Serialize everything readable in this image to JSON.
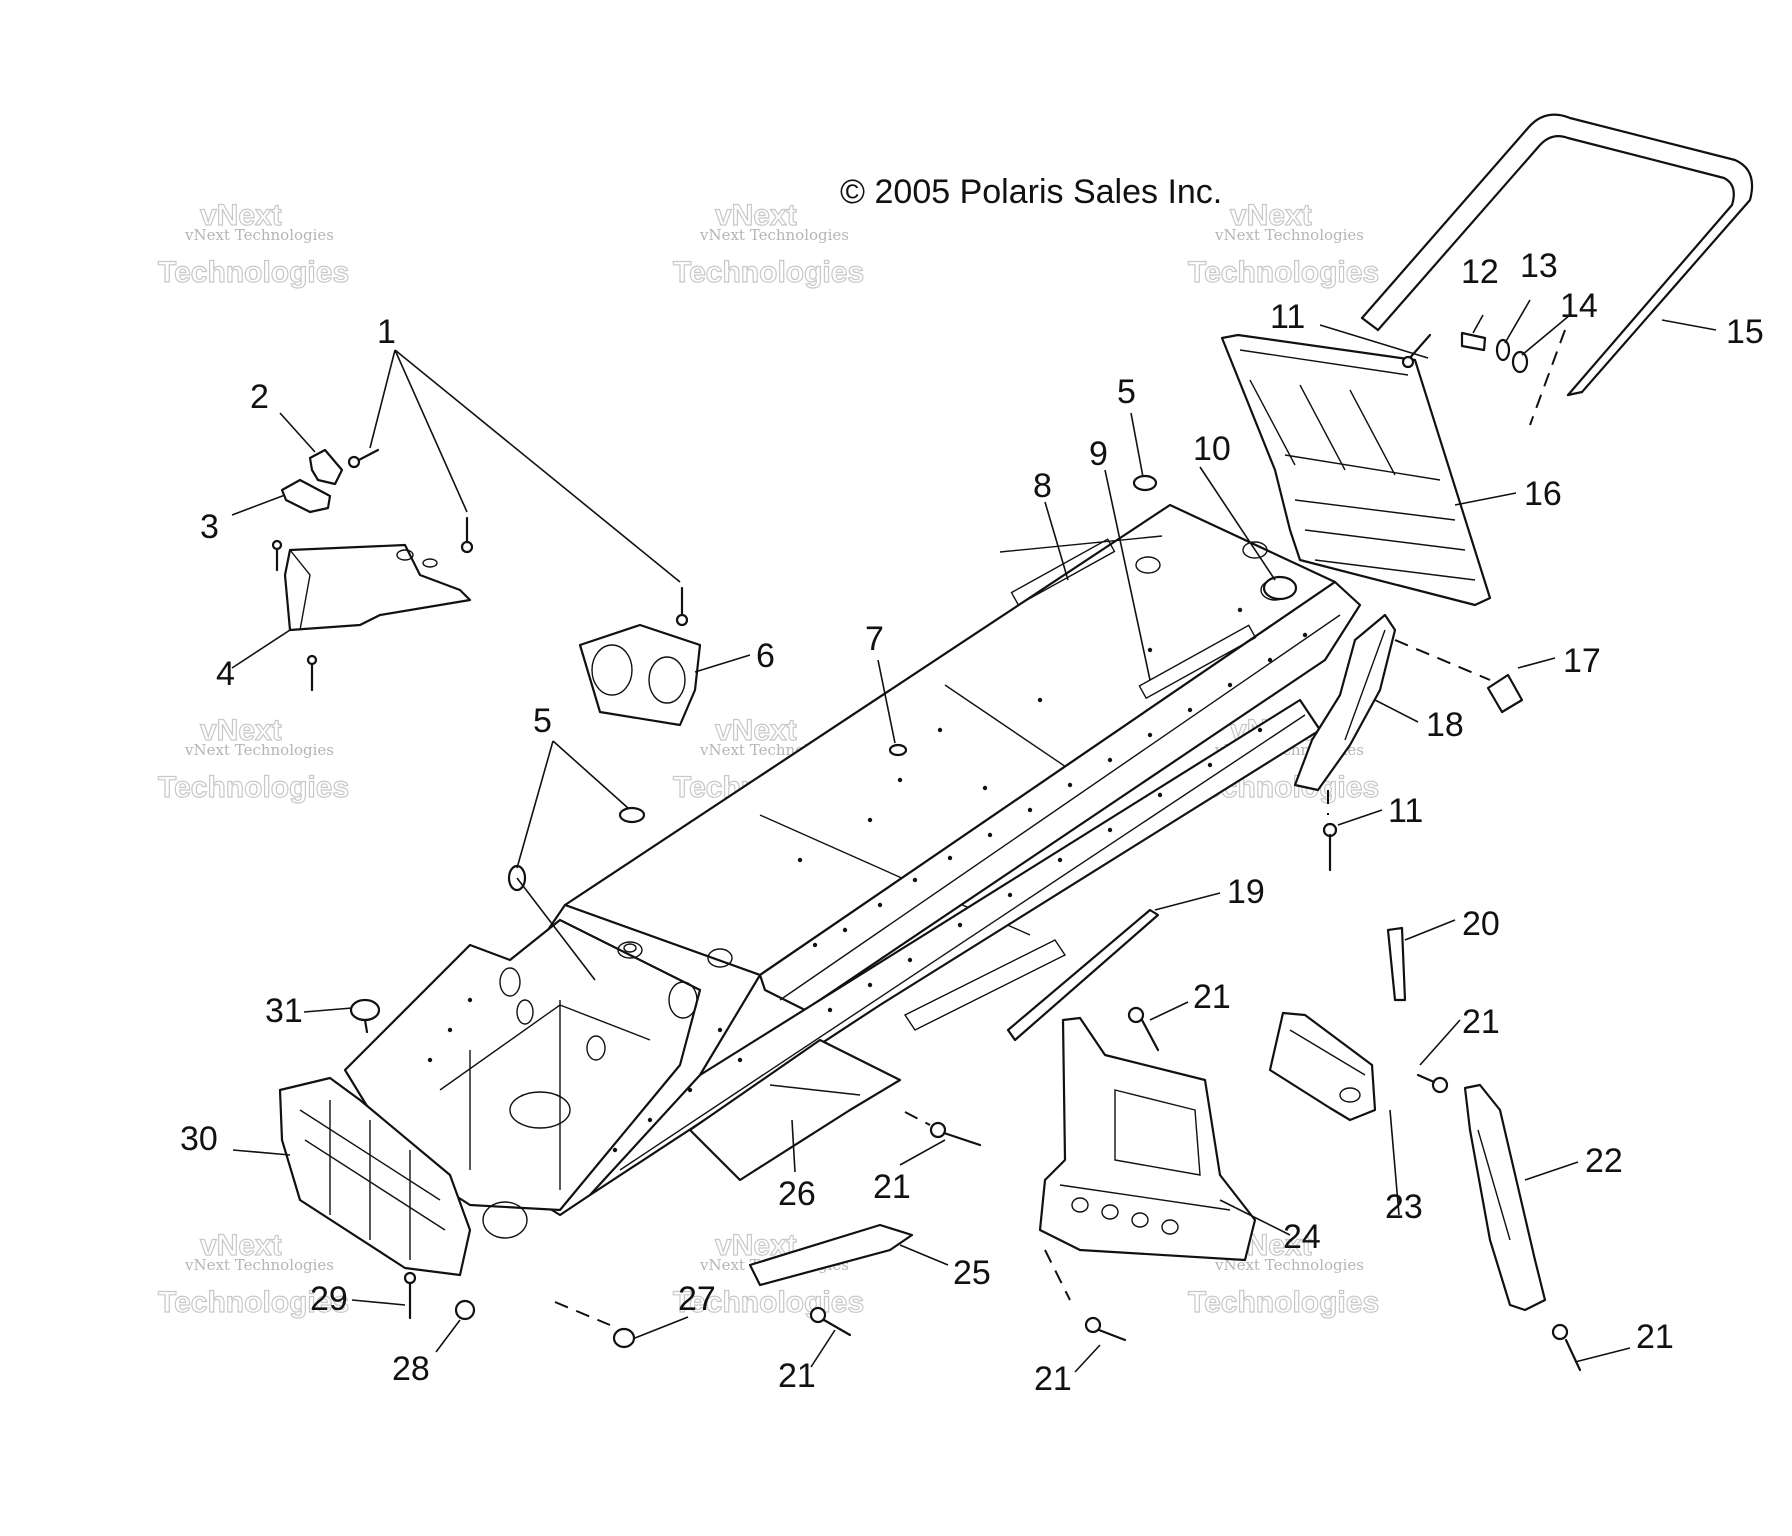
{
  "copyright": "© 2005 Polaris Sales Inc.",
  "watermark": {
    "line1": "vNext",
    "line2": "vNext Technologies",
    "line3": "Technologies"
  },
  "callouts": {
    "c1": "1",
    "c2": "2",
    "c3": "3",
    "c4": "4",
    "c5a": "5",
    "c5b": "5",
    "c6": "6",
    "c7": "7",
    "c8": "8",
    "c9": "9",
    "c10": "10",
    "c11a": "11",
    "c11b": "11",
    "c12": "12",
    "c13": "13",
    "c14": "14",
    "c15": "15",
    "c16": "16",
    "c17": "17",
    "c18": "18",
    "c19": "19",
    "c20": "20",
    "c21a": "21",
    "c21b": "21",
    "c21c": "21",
    "c21d": "21",
    "c21e": "21",
    "c21f": "21",
    "c22": "22",
    "c23": "23",
    "c24": "24",
    "c25": "25",
    "c26": "26",
    "c27": "27",
    "c28": "28",
    "c29": "29",
    "c30": "30",
    "c31": "31"
  }
}
